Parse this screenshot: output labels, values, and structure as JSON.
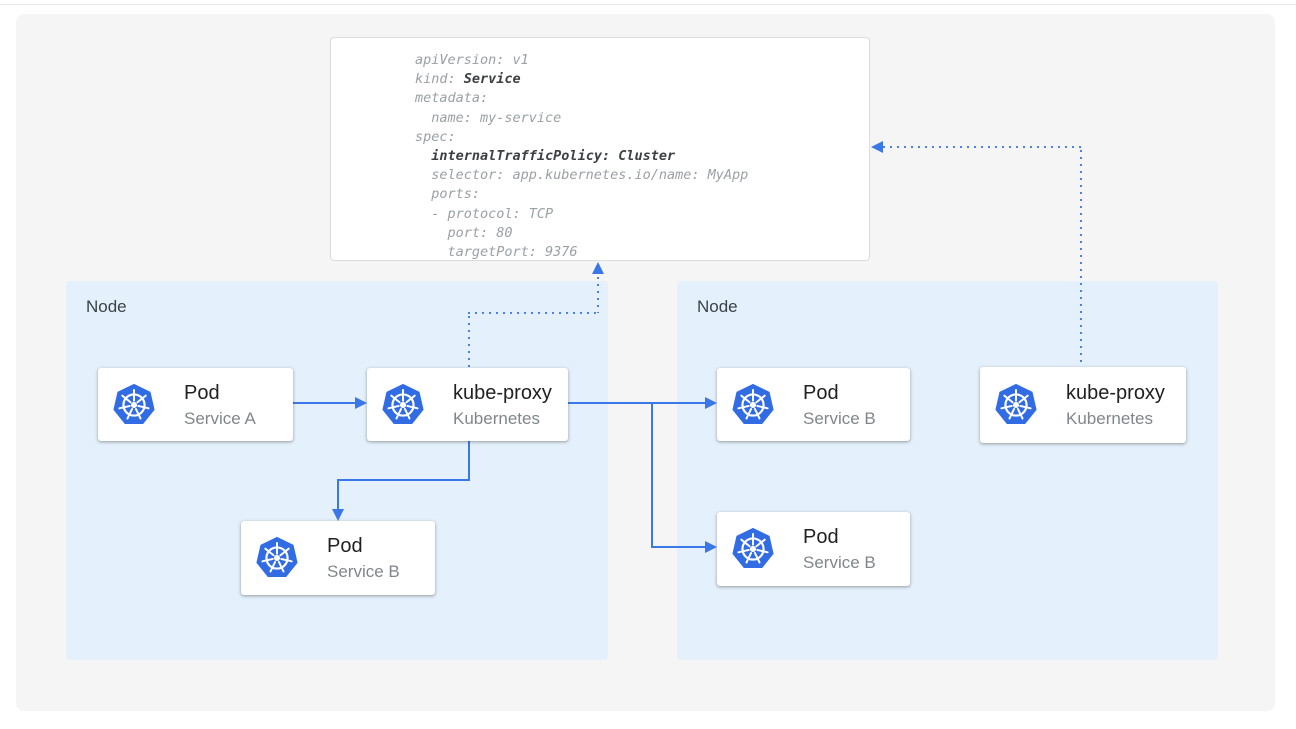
{
  "colors": {
    "arrow_blue": "#3b78e7",
    "dotted_blue": "#4a80e8",
    "node_fill": "#e4f0fb",
    "kubernetes_blue": "#326ce5",
    "card_background": "#ffffff",
    "canvas_background": "#f5f5f6",
    "yaml_border": "#dadce0",
    "code_text": "#9aa0a6",
    "code_bold_text": "#3c4043"
  },
  "icons": {
    "kubernetes": "blue-heptagon-with-white-ship-wheel"
  },
  "yaml_box": {
    "lines": [
      [
        {
          "t": "apiVersion: v1"
        }
      ],
      [
        {
          "t": "kind: "
        },
        {
          "t": "Service",
          "b": true
        }
      ],
      [
        {
          "t": "metadata:"
        }
      ],
      [
        {
          "t": "  name: my-service"
        }
      ],
      [
        {
          "t": "spec:"
        }
      ],
      [
        {
          "t": "  "
        },
        {
          "t": "internalTrafficPolicy: Cluster",
          "b": true
        }
      ],
      [
        {
          "t": "  selector: app.kubernetes.io/name: MyApp"
        }
      ],
      [
        {
          "t": "  ports:"
        }
      ],
      [
        {
          "t": "  - protocol: TCP"
        }
      ],
      [
        {
          "t": "    port: 80"
        }
      ],
      [
        {
          "t": "    targetPort: 9376"
        }
      ]
    ]
  },
  "nodes": [
    {
      "label": "Node"
    },
    {
      "label": "Node"
    }
  ],
  "cards": [
    {
      "id": "pod-service-a",
      "title": "Pod",
      "subtitle": "Service A"
    },
    {
      "id": "kube-proxy-left",
      "title": "kube-proxy",
      "subtitle": "Kubernetes"
    },
    {
      "id": "pod-service-b-left",
      "title": "Pod",
      "subtitle": "Service B"
    },
    {
      "id": "pod-service-b-right-top",
      "title": "Pod",
      "subtitle": "Service B"
    },
    {
      "id": "pod-service-b-right-bottom",
      "title": "Pod",
      "subtitle": "Service B"
    },
    {
      "id": "kube-proxy-right",
      "title": "kube-proxy",
      "subtitle": "Kubernetes"
    }
  ]
}
